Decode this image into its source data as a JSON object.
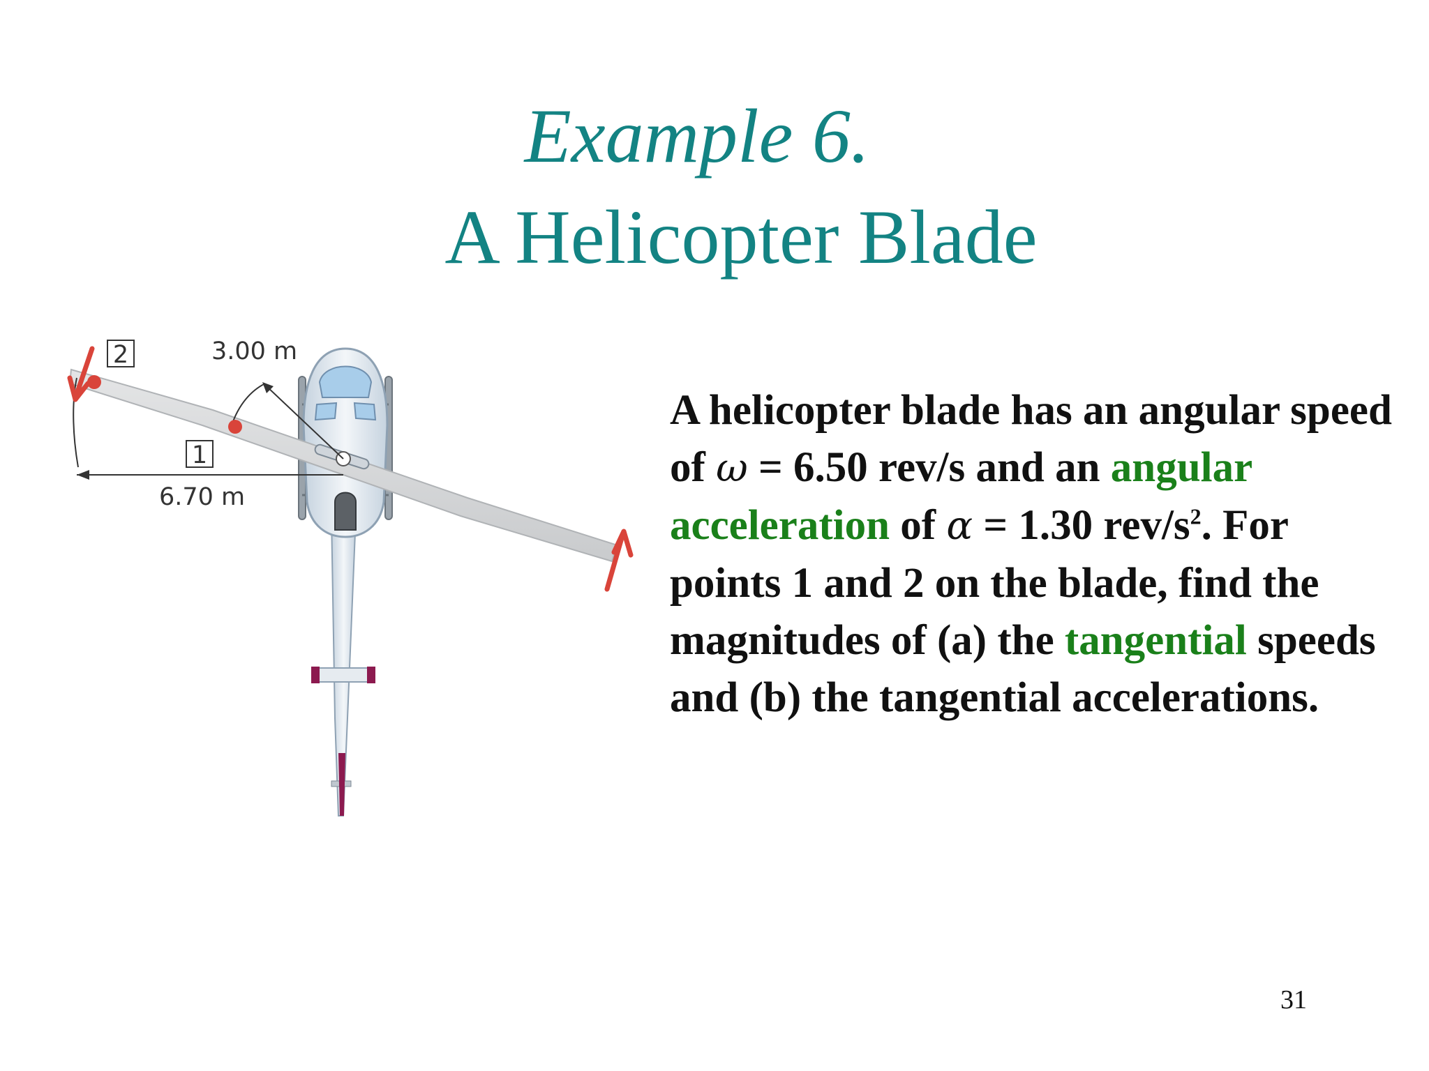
{
  "title": {
    "line1": "Example 6.",
    "line2": "A Helicopter Blade"
  },
  "figure": {
    "labels": {
      "point2": "2",
      "point1": "1",
      "radius_inner": "3.00 m",
      "radius_outer": "6.70 m"
    },
    "colors": {
      "blade": "#d9dbdc",
      "point_dot": "#d9443a",
      "arrow": "#d9443a",
      "body": "#dde8f2",
      "cockpit": "#a8cdea",
      "tail_accent": "#8c1a4f"
    }
  },
  "body": {
    "p1": "A helicopter blade has an angular speed of ",
    "omega_symbol": "ω",
    "p2": " = 6.50 rev/s and an ",
    "hl1": "angular acceleration",
    "p3": " of ",
    "alpha_symbol": "α",
    "p4": " = 1.30 rev/s",
    "sup": "2",
    "p5": ". For points 1 and 2 on the blade, find the magnitudes of (a) the ",
    "hl2": "tangential",
    "p6": " speeds and (b) the tangential accelerations."
  },
  "page_number": "31"
}
